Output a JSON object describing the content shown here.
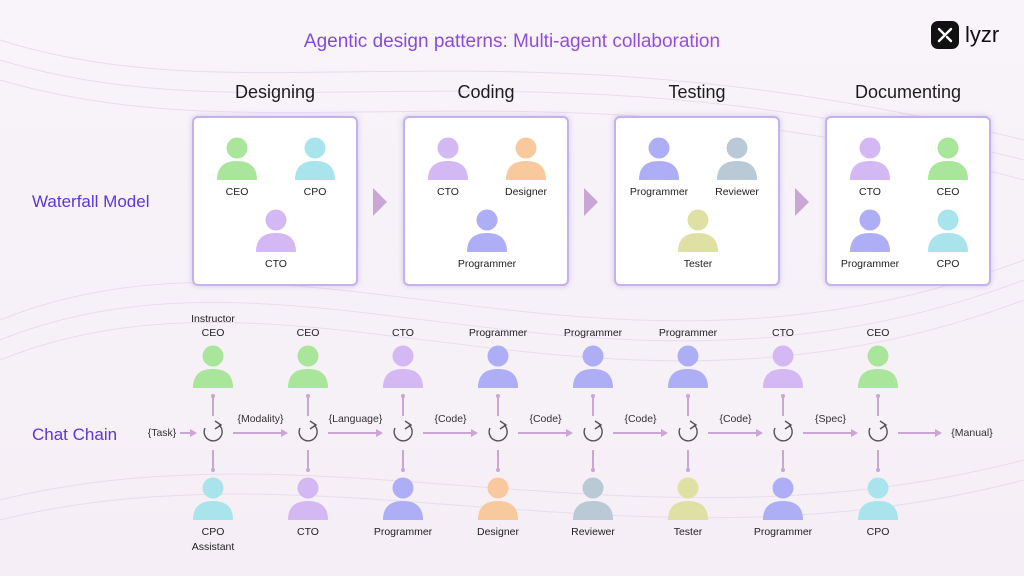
{
  "title": "Agentic design patterns: Multi-agent collaboration",
  "logo": {
    "text": "lyzr"
  },
  "colors": {
    "green": "#a9e59b",
    "cyan": "#a9e4ec",
    "lavender": "#d4b8f4",
    "orange": "#f8c99c",
    "periwinkle": "#aeaef6",
    "grey": "#b9c9d6",
    "olive": "#dfe0a3",
    "box_border": "#c4b2ec",
    "arrow": "#c9a6d4"
  },
  "waterfall": {
    "label": "Waterfall Model",
    "stages": [
      {
        "name": "Designing",
        "agents": [
          {
            "name": "CEO",
            "color": "green"
          },
          {
            "name": "CPO",
            "color": "cyan"
          },
          {
            "name": "CTO",
            "color": "lavender"
          }
        ]
      },
      {
        "name": "Coding",
        "agents": [
          {
            "name": "CTO",
            "color": "lavender"
          },
          {
            "name": "Designer",
            "color": "orange"
          },
          {
            "name": "Programmer",
            "color": "periwinkle"
          }
        ]
      },
      {
        "name": "Testing",
        "agents": [
          {
            "name": "Programmer",
            "color": "periwinkle"
          },
          {
            "name": "Reviewer",
            "color": "grey"
          },
          {
            "name": "Tester",
            "color": "olive"
          }
        ]
      },
      {
        "name": "Documenting",
        "agents": [
          {
            "name": "CTO",
            "color": "lavender"
          },
          {
            "name": "CEO",
            "color": "green"
          },
          {
            "name": "Programmer",
            "color": "periwinkle"
          },
          {
            "name": "CPO",
            "color": "cyan"
          }
        ]
      }
    ]
  },
  "chat_chain": {
    "label": "Chat Chain",
    "instructor_label": "Instructor",
    "assistant_label": "Assistant",
    "messages": [
      "{Task}",
      "{Modality}",
      "{Language}",
      "{Code}",
      "{Code}",
      "{Code}",
      "{Code}",
      "{Spec}",
      "{Manual}"
    ],
    "steps": [
      {
        "top": "CEO",
        "top_color": "green",
        "bottom": "CPO",
        "bottom_color": "cyan"
      },
      {
        "top": "CEO",
        "top_color": "green",
        "bottom": "CTO",
        "bottom_color": "lavender"
      },
      {
        "top": "CTO",
        "top_color": "lavender",
        "bottom": "Programmer",
        "bottom_color": "periwinkle"
      },
      {
        "top": "Programmer",
        "top_color": "periwinkle",
        "bottom": "Designer",
        "bottom_color": "orange"
      },
      {
        "top": "Programmer",
        "top_color": "periwinkle",
        "bottom": "Reviewer",
        "bottom_color": "grey"
      },
      {
        "top": "Programmer",
        "top_color": "periwinkle",
        "bottom": "Tester",
        "bottom_color": "olive"
      },
      {
        "top": "CTO",
        "top_color": "lavender",
        "bottom": "Programmer",
        "bottom_color": "periwinkle"
      },
      {
        "top": "CEO",
        "top_color": "green",
        "bottom": "CPO",
        "bottom_color": "cyan"
      }
    ]
  }
}
